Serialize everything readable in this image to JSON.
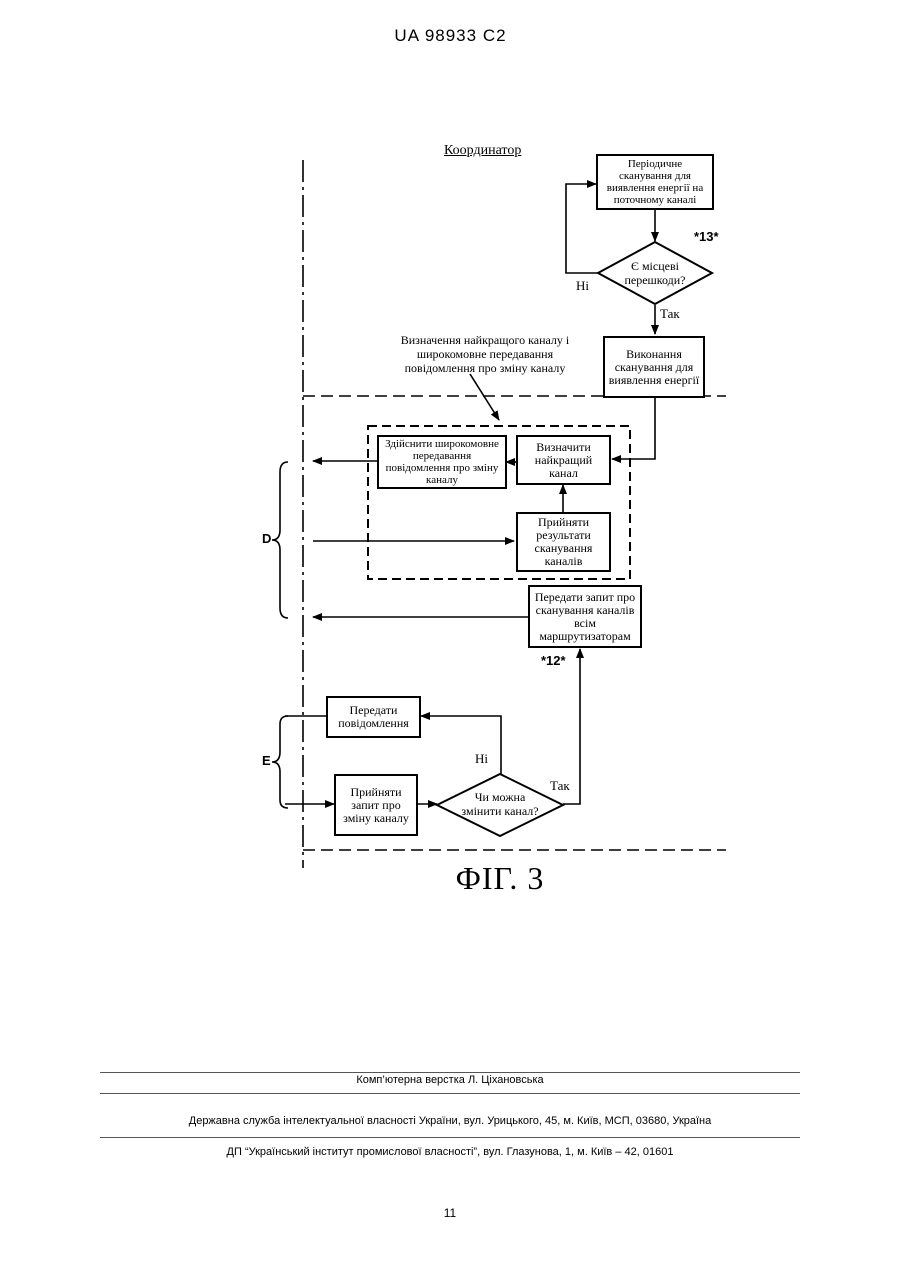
{
  "header": {
    "patent_id": "UA   98933   C2"
  },
  "diagram": {
    "coordinator_label": "Координатор",
    "nodes": {
      "periodic_scan": "Періодичне сканування для виявлення енергії на поточному каналі",
      "local_interference": "Є місцеві перешкоди?",
      "perform_scan": "Виконання сканування для виявлення енергії",
      "broadcast_change": "Здійснити широкомовне передавання повідомлення про зміну каналу",
      "determine_best": "Визначити найкращий канал",
      "receive_results": "Прийняти результати сканування каналів",
      "send_scan_request": "Передати запит про сканування каналів всім маршрутизаторам",
      "send_message": "Передати повідомлення",
      "receive_change_request": "Прийняти запит про зміну каналу",
      "can_change": "Чи можна змінити канал?"
    },
    "annotation": "Визначення найкращого каналу і широкомовне передавання повідомлення про зміну каналу",
    "labels": {
      "no_1": "Ні",
      "yes_1": "Так",
      "no_2": "Ні",
      "yes_2": "Так",
      "ref_13": "*13*",
      "ref_12": "*12*",
      "group_d": "D",
      "group_e": "E"
    },
    "caption": "ФІГ. 3"
  },
  "footer": {
    "layout_credit": "Комп’ютерна верстка Л. Ціхановська",
    "agency": "Державна служба інтелектуальної власності України, вул. Урицького, 45, м. Київ, МСП, 03680, Україна",
    "institute": "ДП “Український інститут промислової власності”, вул. Глазунова, 1, м. Київ – 42, 01601",
    "page_number": "11"
  }
}
